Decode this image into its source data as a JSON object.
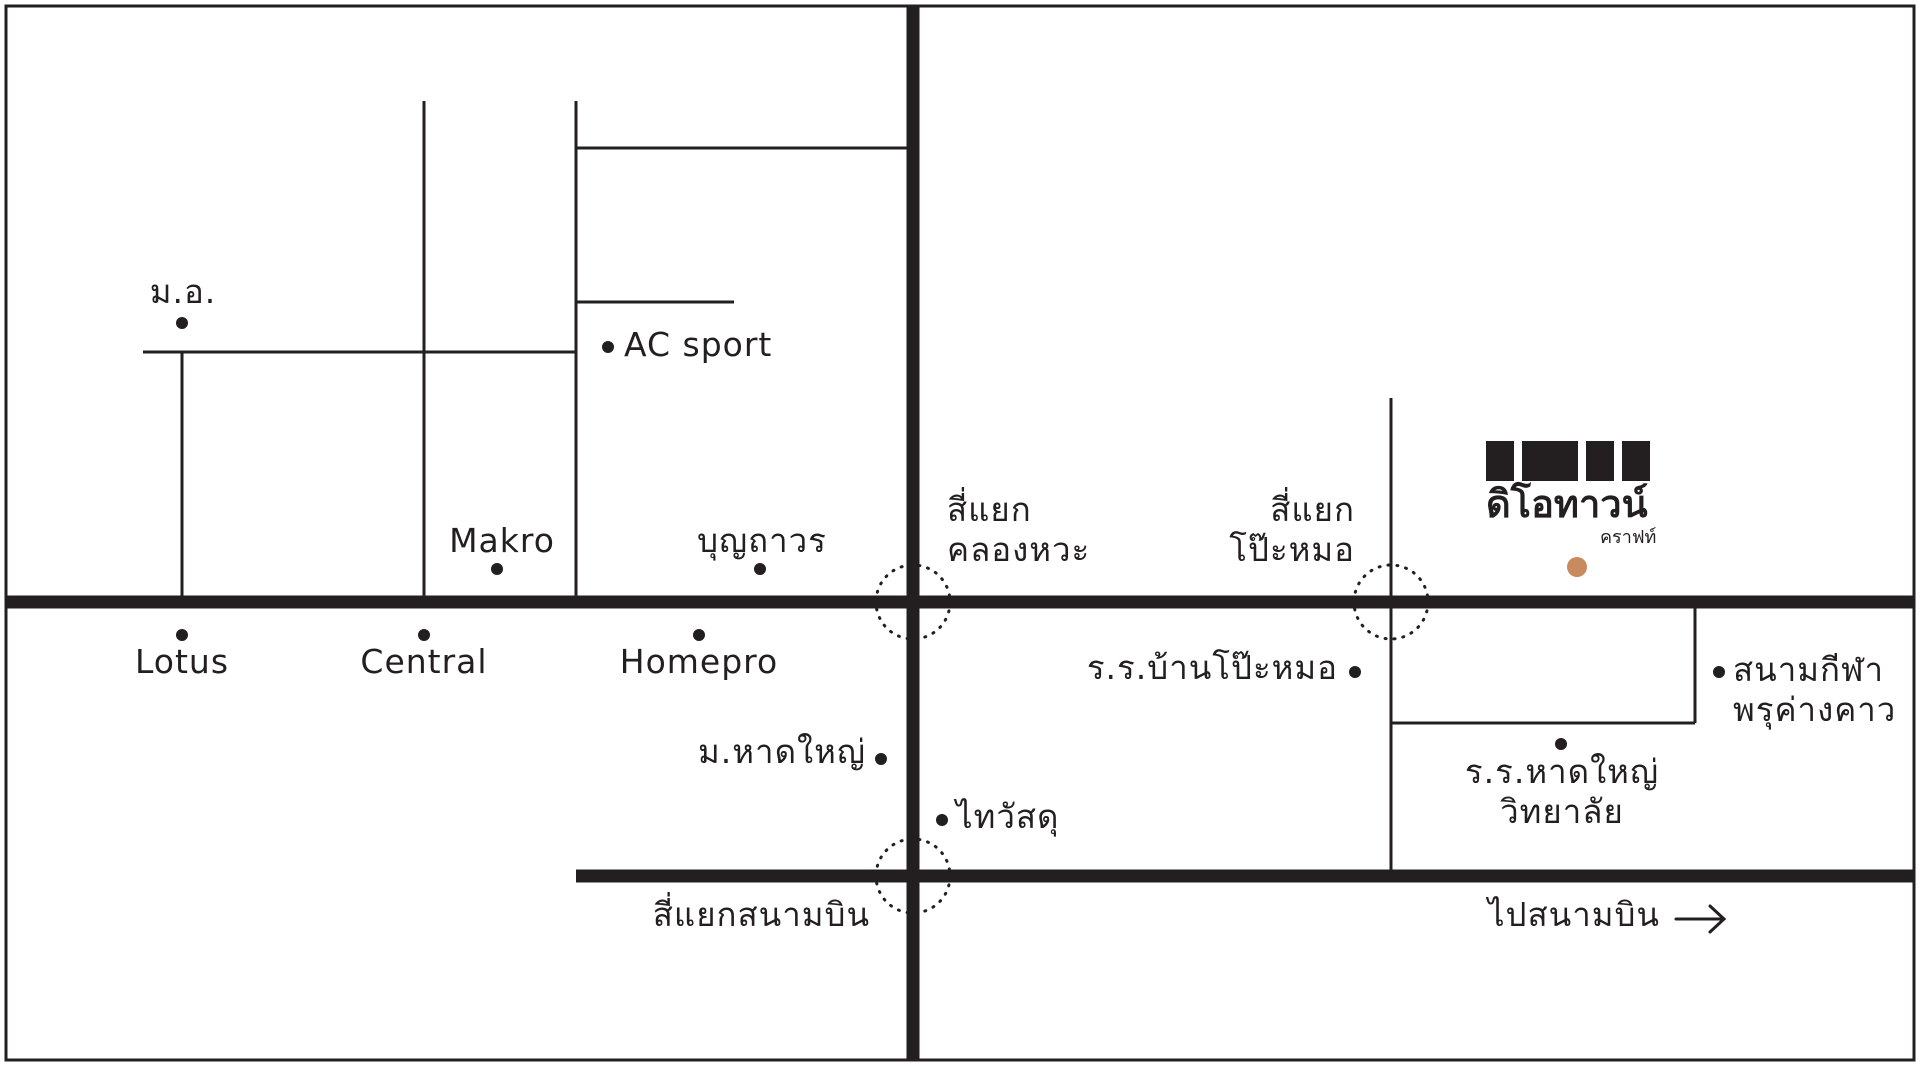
{
  "landmarks": {
    "mor_or": "ม.อ.",
    "ac_sport": "AC sport",
    "makro": "Makro",
    "boonthavorn": "บุญถาวร",
    "lotus": "Lotus",
    "central": "Central",
    "homepro": "Homepro",
    "hatyai_univ": "ม.หาดใหญ่",
    "thai_watsadu": "ไทวัสดุ",
    "ban_pohmor_school": "ร.ร.บ้านโป๊ะหมอ",
    "hatyai_school_line1": "ร.ร.หาดใหญ่",
    "hatyai_school_line2": "วิทยาลัย",
    "stadium_line1": "สนามกีฬา",
    "stadium_line2": "พรุค่างคาว"
  },
  "intersections": {
    "khlong_hwa_line1": "สี่แยก",
    "khlong_hwa_line2": "คลองหวะ",
    "pohmor_line1": "สี่แยก",
    "pohmor_line2": "โป๊ะหมอ",
    "airport": "สี่แยกสนามบิน"
  },
  "directions": {
    "to_airport": "ไปสนามบิน",
    "arrow_icon": "arrow-right-icon"
  },
  "logo": {
    "main": "ดิโอทาวน์",
    "sub": "คราฟท์"
  },
  "colors": {
    "ink": "#231f20",
    "destination_marker": "#c98a5e",
    "background": "#ffffff"
  }
}
